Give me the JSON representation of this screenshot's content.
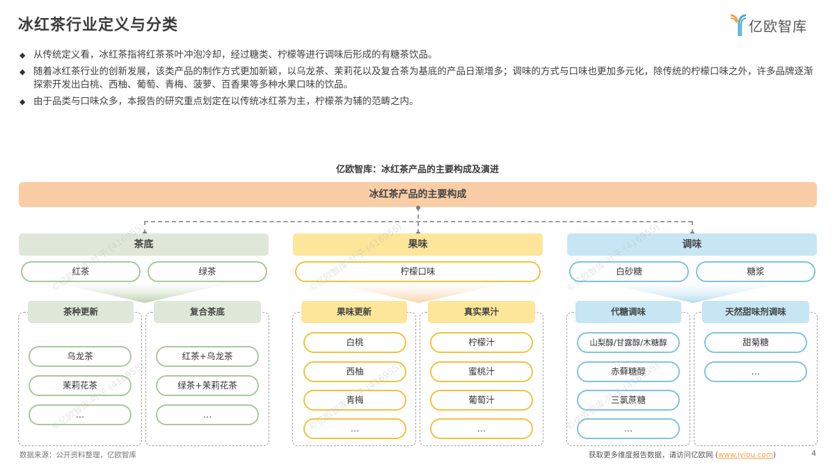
{
  "header": {
    "title": "冰红茶行业定义与分类",
    "logo_text": "亿欧智库"
  },
  "bullets": [
    "从传统定义看，冰红茶指将红茶茶叶冲泡冷却，经过糖类、柠檬等进行调味后形成的有糖茶饮品。",
    "随着冰红茶行业的创新发展，该类产品的制作方式更加新颖，以乌龙茶、茉莉花以及复合茶为基底的产品日渐增多；调味的方式与口味也更加多元化，除传统的柠檬口味之外，许多品牌逐渐探索开发出白桃、西柚、葡萄、青梅、菠萝、百香果等多种水果口味的饮品。",
    "由于品类与口味众多，本报告的研究重点划定在以传统冰红茶为主，柠檬茶为辅的范畴之内。"
  ],
  "diagram": {
    "title": "亿欧智库：冰红茶产品的主要构成及演进",
    "root": "冰红茶产品的主要构成",
    "colors": {
      "root": "#f9cea6",
      "green": "#dfe8d8",
      "green_border": "#a9c79c",
      "yellow": "#fde59a",
      "yellow_border": "#f1c23a",
      "blue": "#c6e6f4",
      "blue_border": "#7ec2e1"
    },
    "categories": [
      {
        "label": "茶底",
        "base_items": [
          "红茶",
          "绿茶"
        ],
        "groups": [
          {
            "label": "茶种更新",
            "items": [
              "乌龙茶",
              "茉莉花茶",
              "…"
            ]
          },
          {
            "label": "复合茶底",
            "items": [
              "红茶+乌龙茶",
              "绿茶+茉莉花茶",
              "…"
            ]
          }
        ]
      },
      {
        "label": "果味",
        "base_items": [
          "柠檬口味"
        ],
        "groups": [
          {
            "label": "果味更新",
            "items": [
              "白桃",
              "西柚",
              "青梅",
              "…"
            ]
          },
          {
            "label": "真实果汁",
            "items": [
              "柠檬汁",
              "蜜桃汁",
              "葡萄汁",
              "…"
            ]
          }
        ]
      },
      {
        "label": "调味",
        "base_items": [
          "白砂糖",
          "糖浆"
        ],
        "groups": [
          {
            "label": "代糖调味",
            "items": [
              "山梨醇/甘露醇/木糖醇",
              "赤藓糖醇",
              "三氯蔗糖",
              "…"
            ]
          },
          {
            "label": "天然甜味剂调味",
            "items": [
              "甜菊糖",
              "…"
            ]
          }
        ]
      }
    ]
  },
  "footer": {
    "source": "数据来源：公开资料整理，亿欧智库",
    "more_prefix": "获取更多维度报告数据，请访问亿欧网 (",
    "link": "www.iyiou.com",
    "more_suffix": ")",
    "page_number": "4"
  },
  "watermark": "©亿欧智库-叶子 (416955)"
}
